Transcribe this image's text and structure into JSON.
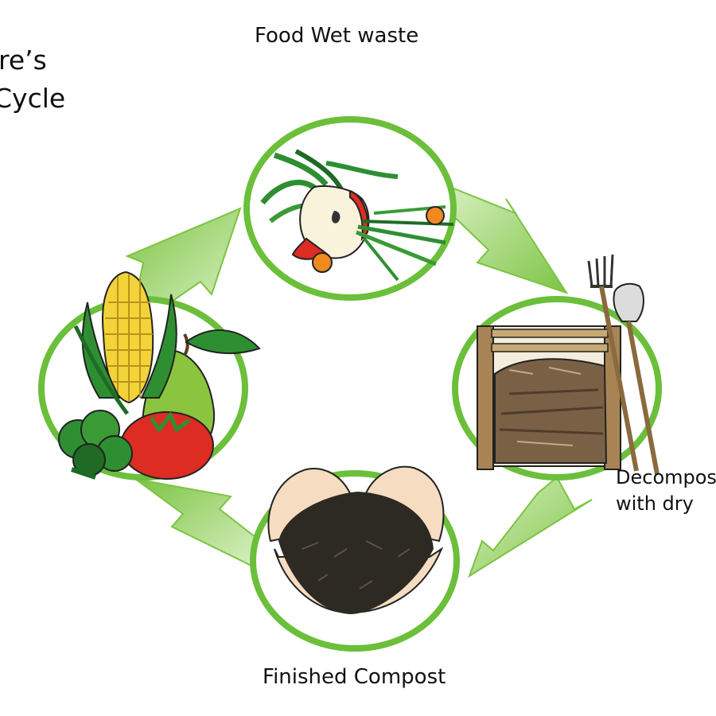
{
  "diagram": {
    "title_lines": [
      "re’s",
      "Cycle"
    ],
    "stages": {
      "food_waste": "Food Wet waste",
      "decomposition": [
        "Decompos",
        "with dry"
      ],
      "finished_compost": "Finished Compost"
    },
    "colors": {
      "ring_green": "#6bbf3a",
      "arrow_green": "#8acd4f",
      "arrow_light": "#d9f0c2",
      "compost_dark": "#2d2a24",
      "bin_wood": "#a88454",
      "tomato_red": "#dd2d22",
      "corn_yellow": "#f2d33a",
      "leaf_green": "#2e8f32"
    },
    "icons": [
      "vegetable-scraps-icon",
      "compost-bin-icon",
      "garden-fork-icon",
      "shovel-icon",
      "hands-holding-compost-icon",
      "corn-icon",
      "tomato-icon",
      "pear-icon",
      "broccoli-icon"
    ]
  }
}
